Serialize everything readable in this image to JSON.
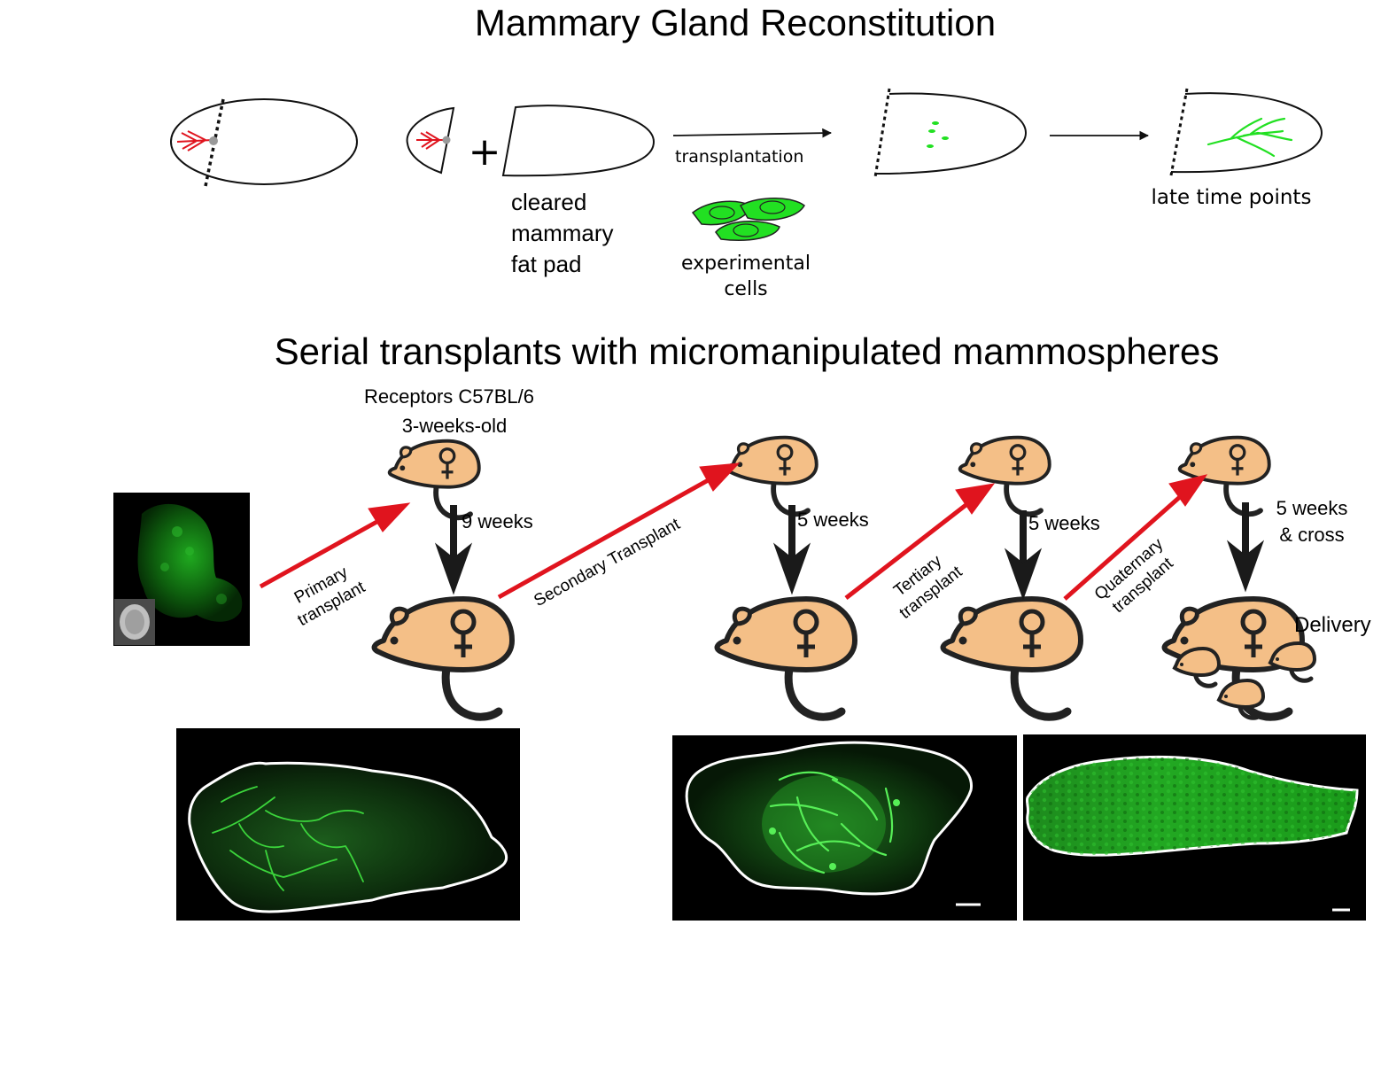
{
  "colors": {
    "mouse_body": "#f4bf87",
    "outline": "#222222",
    "red_arrow": "#e0141e",
    "black_arrow": "#1a1a1a",
    "fluor_green": "#22e022",
    "bright_green": "#00e000",
    "micrograph_bg": "#000000"
  },
  "top_panel": {
    "title": "Mammary Gland Reconstitution",
    "plus_sign": "+",
    "fat_pad_label_line1": "cleared",
    "fat_pad_label_line2": "mammary",
    "fat_pad_label_line3": "fat pad",
    "arrow_label": "transplantation",
    "cells_label_line1": "experimental",
    "cells_label_line2": "cells",
    "late_label": "late time points"
  },
  "bottom_panel": {
    "title": "Serial transplants with micromanipulated mammospheres",
    "receptors_line1": "Receptors C57BL/6",
    "receptors_line2": "3-weeks-old",
    "steps": [
      {
        "arrow_label_line1": "Primary",
        "arrow_label_line2": "transplant",
        "wait_label": "9 weeks"
      },
      {
        "arrow_label_line1": "Secondary Transplant",
        "arrow_label_line2": "",
        "wait_label": "5 weeks"
      },
      {
        "arrow_label_line1": "Tertiary",
        "arrow_label_line2": "transplant",
        "wait_label": "5 weeks"
      },
      {
        "arrow_label_line1": "Quaternary",
        "arrow_label_line2": "transplant",
        "wait_label_line1": "5 weeks",
        "wait_label_line2": "& cross"
      }
    ],
    "delivery_label": "Delivery",
    "female_symbol": "♀"
  }
}
